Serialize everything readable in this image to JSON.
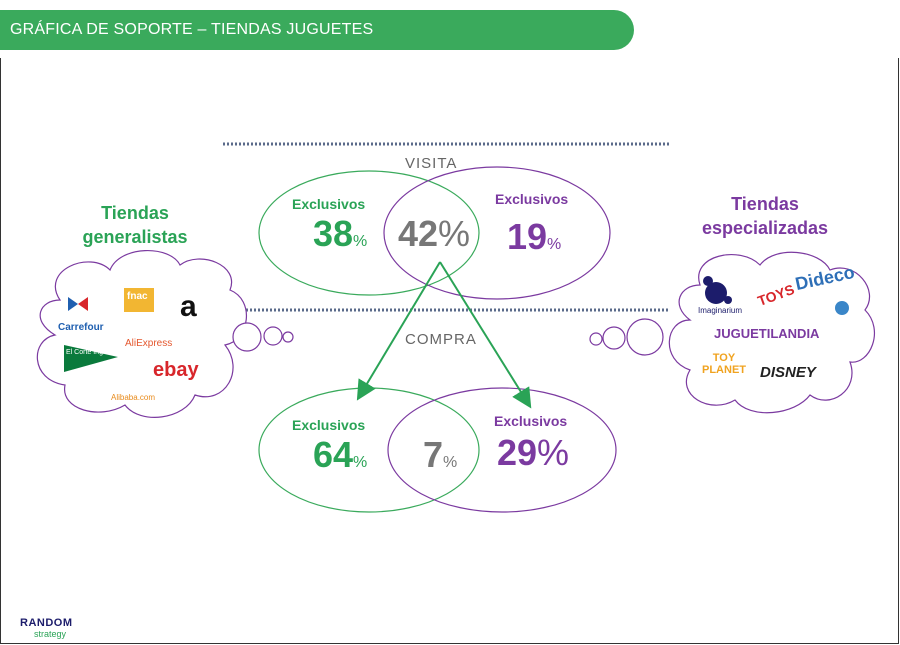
{
  "header": {
    "title": "GRÁFICA DE SOPORTE – TIENDAS JUGUETES"
  },
  "colors": {
    "header_bg": "#3aaa5c",
    "green": "#2aa356",
    "purple": "#7b3aa0",
    "grey": "#777777"
  },
  "visita": {
    "label": "VISITA",
    "left": {
      "label": "Exclusivos",
      "value": "38",
      "unit": "%"
    },
    "center": {
      "value": "42",
      "unit": "%"
    },
    "right": {
      "label": "Exclusivos",
      "value": "19",
      "unit": "%"
    }
  },
  "compra": {
    "label": "COMPRA",
    "left": {
      "label": "Exclusivos",
      "value": "64",
      "unit": "%"
    },
    "center": {
      "value": "7",
      "unit": "%"
    },
    "right": {
      "label": "Exclusivos",
      "value": "29",
      "unit": "%"
    }
  },
  "left_group": {
    "title_line1": "Tiendas",
    "title_line2": "generalistas",
    "logos": [
      "Carrefour",
      "fnac",
      "a",
      "AliExpress",
      "El Corte Inglés",
      "ebay",
      "Alibaba.com"
    ]
  },
  "right_group": {
    "title_line1": "Tiendas",
    "title_line2": "especializadas",
    "logos": [
      "Imaginarium",
      "Dideco",
      "TOYS",
      "JUGUETILANDIA",
      "TOY PLANET",
      "DISNEY"
    ]
  },
  "brand": {
    "line1": "RANDOM",
    "line2": "strategy"
  }
}
